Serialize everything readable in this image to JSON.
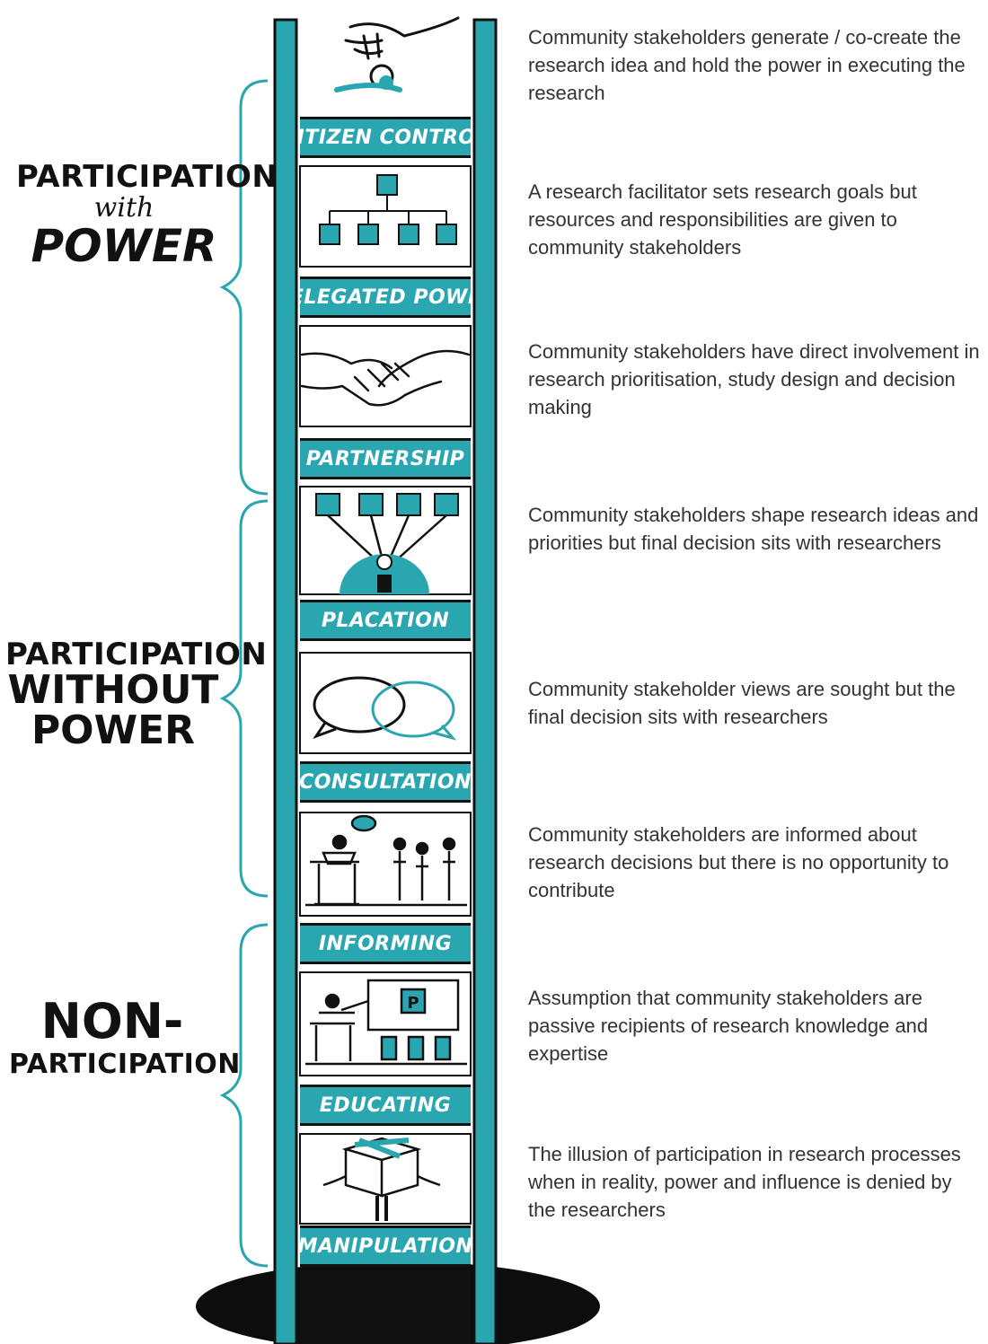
{
  "colors": {
    "teal": "#2aa6b0",
    "ink": "#111111",
    "text": "#333333",
    "background": "#ffffff"
  },
  "groups": [
    {
      "line1": "PARTICIPATION",
      "line2": "with",
      "line3": "POWER"
    },
    {
      "line1": "PARTICIPATION",
      "line2": "WITHOUT",
      "line3": "POWER"
    },
    {
      "line1": "NON-",
      "line2": "PARTICIPATION"
    }
  ],
  "rungs": [
    {
      "label": "CITIZEN CONTROL",
      "icon": "hand-holding-person-icon",
      "description": "Community stakeholders generate / co-create the research idea and hold the power in executing the research"
    },
    {
      "label": "DELEGATED POWER",
      "icon": "org-chart-icon",
      "description": "A research facilitator sets research goals but resources and responsibilities are given to community stakeholders"
    },
    {
      "label": "PARTNERSHIP",
      "icon": "handshake-icon",
      "description": "Community stakeholders have direct involvement in research prioritisation, study design and decision making"
    },
    {
      "label": "PLACATION",
      "icon": "person-with-feedback-icon",
      "description": "Community stakeholders shape research ideas and priorities but final decision sits with researchers"
    },
    {
      "label": "CONSULTATION",
      "icon": "speech-bubbles-icon",
      "description": "Community stakeholder views are sought but the final decision sits with researchers"
    },
    {
      "label": "INFORMING",
      "icon": "speaker-at-podium-icon",
      "description": "Community stakeholders are informed about research decisions but there is no opportunity to contribute"
    },
    {
      "label": "EDUCATING",
      "icon": "presentation-icon",
      "description": "Assumption that community stakeholders are passive recipients of research knowledge and expertise"
    },
    {
      "label": "MANIPULATION",
      "icon": "person-holding-box-icon",
      "description": "The illusion of participation in research processes when in reality, power and influence is denied by the researchers"
    }
  ]
}
